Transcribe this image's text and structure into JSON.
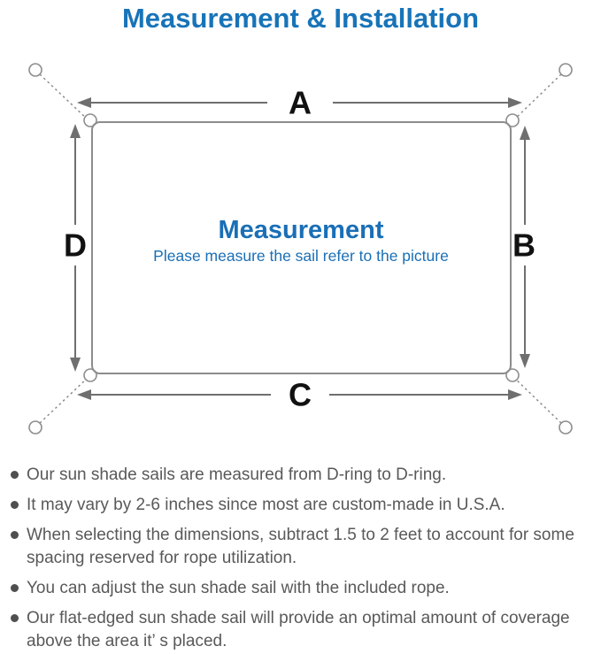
{
  "title": "Measurement & Installation",
  "colors": {
    "accent_blue": "#1874b8",
    "diagram_line_gray": "#8d8d8d",
    "arrow_gray": "#6f6f6f",
    "note_text_gray": "#595959"
  },
  "diagram": {
    "heading": "Measurement",
    "subheading": "Please measure the sail refer to the picture",
    "side_labels": {
      "top": "A",
      "right": "B",
      "bottom": "C",
      "left": "D"
    }
  },
  "notes": {
    "items": [
      "Our sun shade sails are measured from D-ring to D-ring.",
      "It may vary by 2-6 inches since most are custom-made in U.S.A.",
      "When selecting the dimensions, subtract 1.5 to 2 feet to account for some spacing reserved for rope utilization.",
      "You can adjust the sun shade sail with the included rope.",
      "Our flat-edged sun shade sail will provide an optimal amount of coverage above the area it’ s placed."
    ]
  }
}
